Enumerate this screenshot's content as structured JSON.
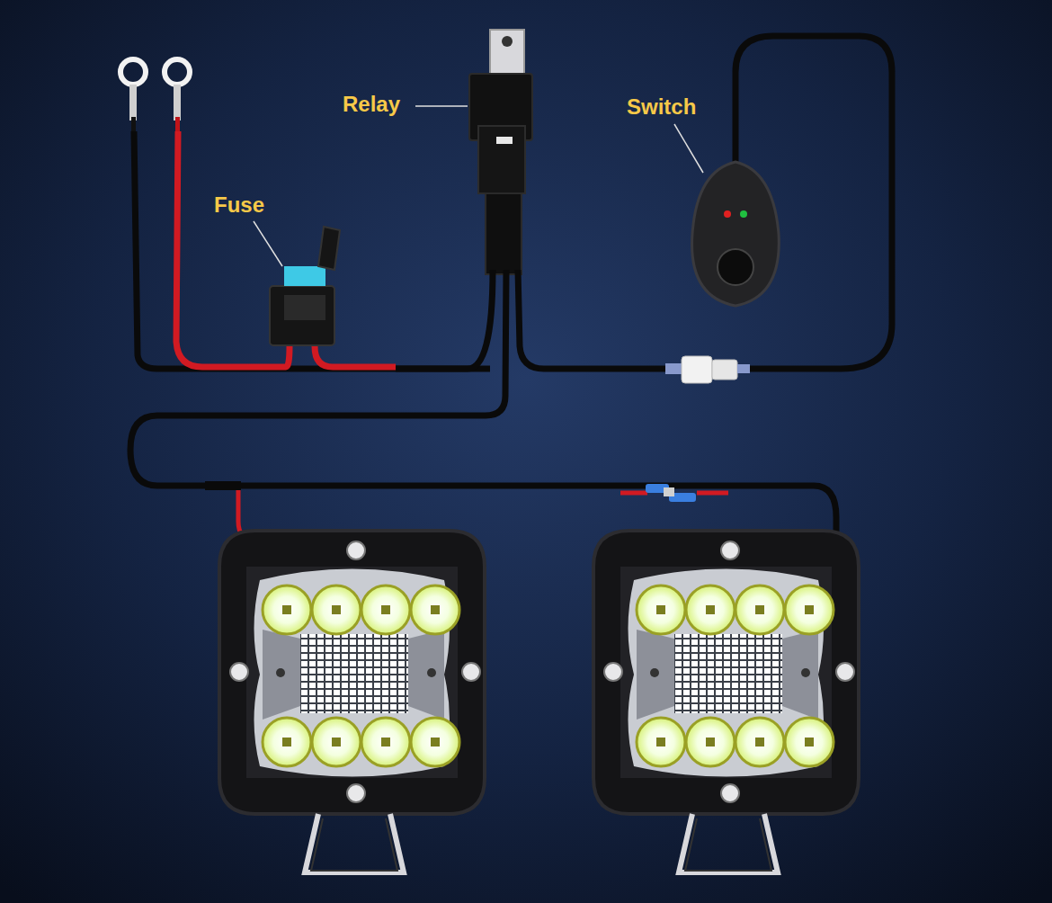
{
  "diagram": {
    "labels": [
      "Relay",
      "Fuse",
      "Switch"
    ]
  }
}
